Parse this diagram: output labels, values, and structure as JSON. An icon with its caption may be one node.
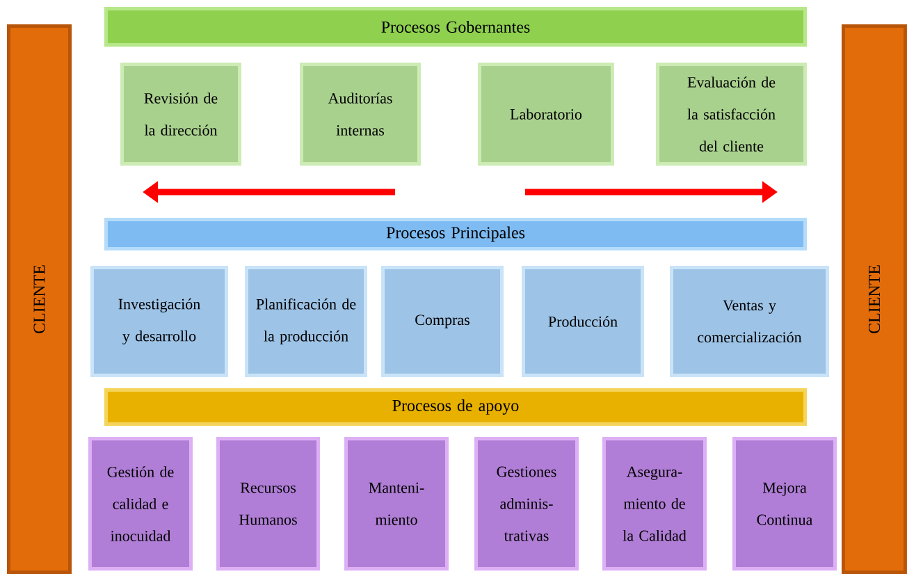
{
  "diagram": {
    "nodes": [
      {
        "text": [
          "Procesos Gobernantes"
        ]
      },
      {
        "text": [
          "Revisión de la dirección"
        ]
      },
      {
        "text": [
          "Auditorías internas"
        ]
      },
      {
        "text": [
          "Laboratorio"
        ]
      },
      {
        "text": [
          "Evaluación de la satisfacción del cliente"
        ]
      },
      {
        "text": [
          "Procesos Principales"
        ]
      },
      {
        "text": [
          "Investigación y desarrollo"
        ]
      },
      {
        "text": [
          "Planificación de la producción"
        ]
      },
      {
        "text": [
          "Compras"
        ]
      },
      {
        "text": [
          "Producción"
        ]
      },
      {
        "text": [
          "Ventas y comercialización"
        ]
      },
      {
        "text": [
          "Procesos de apoyo"
        ]
      },
      {
        "text": [
          "Gestión de calidad e inocuidad"
        ]
      },
      {
        "text": [
          "Recursos Humanos"
        ]
      },
      {
        "text": [
          "Manteni- miento"
        ]
      },
      {
        "text": [
          "Gestiones adminis- trativas"
        ]
      },
      {
        "text": [
          "Asegura- miento de la Calidad"
        ]
      },
      {
        "text": [
          "Mejora Continua"
        ]
      },
      {
        "text": [
          "CLIENTE"
        ]
      },
      {
        "text": [
          "CLIENTE"
        ]
      }
    ]
  }
}
